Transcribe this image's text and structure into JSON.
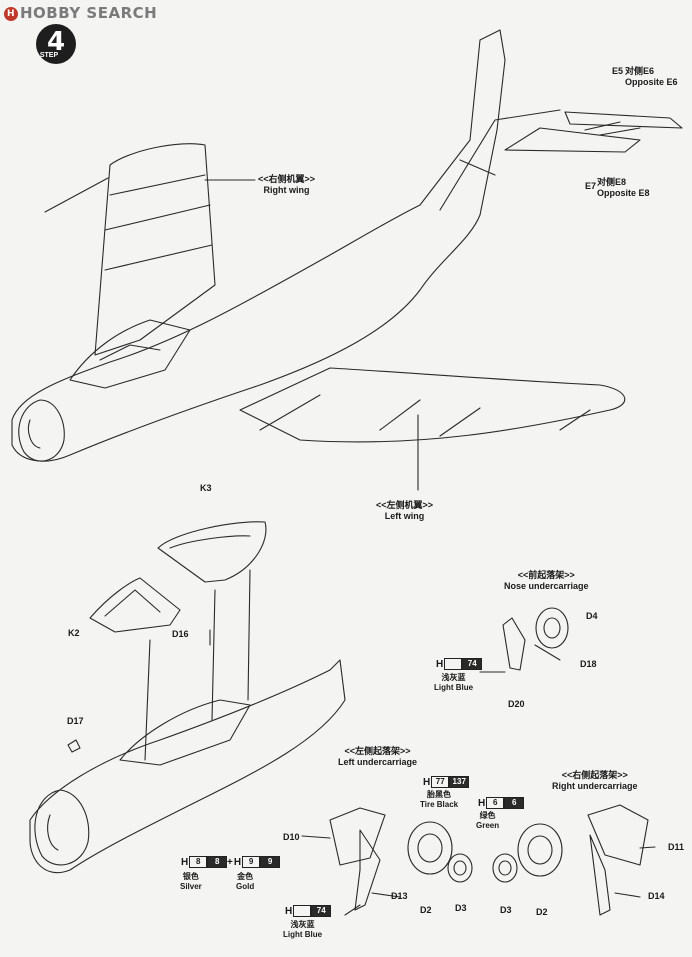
{
  "header": {
    "brand": "HOBBY SEARCH",
    "step_label": "STEP",
    "step_number": "4"
  },
  "labels": {
    "opposite_e6_cn": "对侧E6",
    "opposite_e6_en": "Opposite E6",
    "opposite_e8_cn": "对侧E8",
    "opposite_e8_en": "Opposite E8",
    "right_wing_cn": "<<右侧机翼>>",
    "right_wing_en": "Right wing",
    "left_wing_cn": "<<左侧机翼>>",
    "left_wing_en": "Left wing",
    "nose_uc_cn": "<<前起落架>>",
    "nose_uc_en": "Nose undercarriage",
    "left_uc_cn": "<<左侧起落架>>",
    "left_uc_en": "Left undercarriage",
    "right_uc_cn": "<<右侧起落架>>",
    "right_uc_en": "Right undercarriage"
  },
  "parts": {
    "e5": "E5",
    "e7": "E7",
    "k3": "K3",
    "k2": "K2",
    "d16": "D16",
    "d17": "D17",
    "d4": "D4",
    "d18": "D18",
    "d20": "D20",
    "d10": "D10",
    "d13": "D13",
    "d2_left": "D2",
    "d3_left": "D3",
    "d3_right": "D3",
    "d2_right": "D2",
    "d11": "D11",
    "d14": "D14"
  },
  "paints": {
    "h_letter": "H",
    "light_blue_nose": {
      "code": "74",
      "cn": "浅灰蓝",
      "en": "Light Blue"
    },
    "tire_black": {
      "code1": "77",
      "code2": "137",
      "cn": "胎黑色",
      "en": "Tire Black"
    },
    "green": {
      "code1": "6",
      "code2": "6",
      "cn": "绿色",
      "en": "Green"
    },
    "silver": {
      "code1": "8",
      "code2": "8",
      "cn": "银色",
      "en": "Silver"
    },
    "gold": {
      "code1": "9",
      "code2": "9",
      "cn": "金色",
      "en": "Gold",
      "plus": "+"
    },
    "light_blue_main": {
      "code": "74",
      "cn": "浅灰蓝",
      "en": "Light Blue"
    }
  }
}
